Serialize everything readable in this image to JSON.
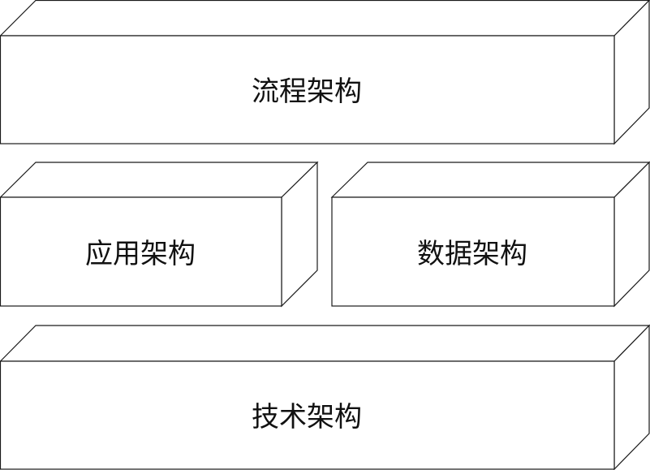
{
  "blocks": [
    {
      "id": "process",
      "label": "流程架构"
    },
    {
      "id": "application",
      "label": "应用架构"
    },
    {
      "id": "data",
      "label": "数据架构"
    },
    {
      "id": "technology",
      "label": "技术架构"
    }
  ]
}
